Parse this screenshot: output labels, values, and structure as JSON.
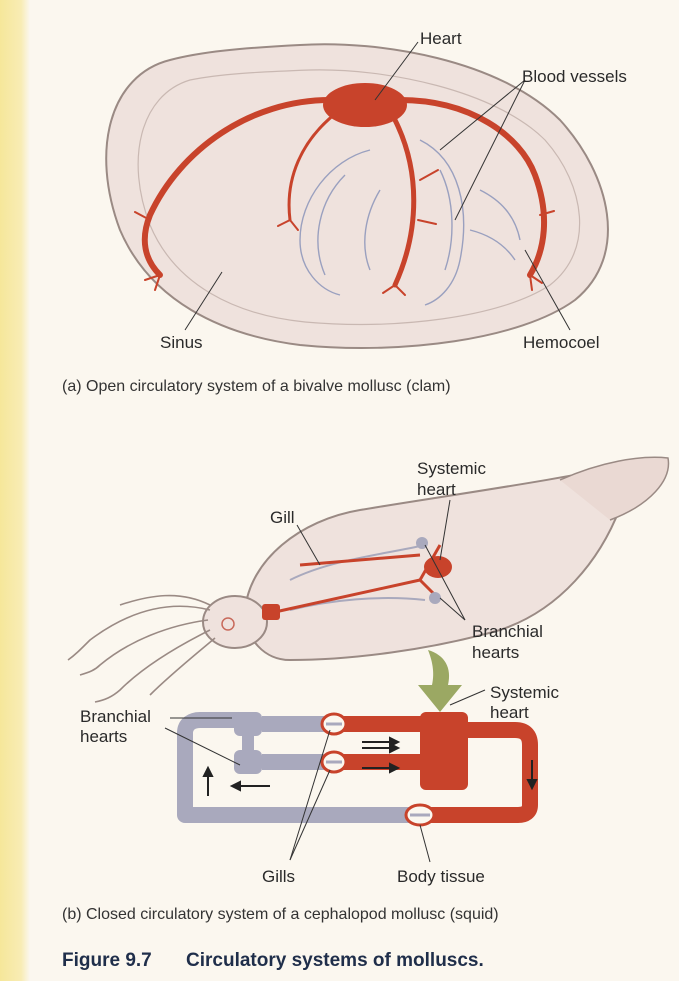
{
  "panel_a": {
    "labels": {
      "heart": "Heart",
      "blood_vessels": "Blood vessels",
      "sinus": "Sinus",
      "hemocoel": "Hemocoel"
    },
    "caption": "(a) Open circulatory system of a bivalve mollusc (clam)"
  },
  "panel_b": {
    "labels": {
      "systemic_heart_line1": "Systemic",
      "systemic_heart_line2": "heart",
      "gill": "Gill",
      "branchial_hearts_line1": "Branchial",
      "branchial_hearts_line2": "hearts"
    },
    "schematic_labels": {
      "branchial_hearts_line1": "Branchial",
      "branchial_hearts_line2": "hearts",
      "systemic_heart_line1": "Systemic",
      "systemic_heart_line2": "heart",
      "gills": "Gills",
      "body_tissue": "Body tissue"
    },
    "caption": "(b) Closed circulatory system of a cephalopod mollusc (squid)"
  },
  "figure": {
    "number": "Figure 9.7",
    "title": "Circulatory systems of molluscs."
  },
  "colors": {
    "oxygenated": "#c8432b",
    "deoxygenated": "#a9a9bd",
    "outline": "#9a8a84",
    "body_fill": "#efe2dd",
    "arrow_green": "#8a9a4a"
  }
}
